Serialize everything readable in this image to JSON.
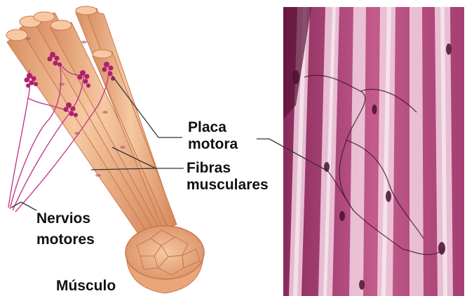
{
  "labels": {
    "placa_line1": "Placa",
    "placa_line2": "motora",
    "fibras_line1": "Fibras",
    "fibras_line2": "musculares",
    "nervios_line1": "Nervios",
    "nervios_line2": "motores",
    "musculo": "Músculo"
  },
  "colors": {
    "fiber": "#f1b98f",
    "fiber_dark": "#d98e62",
    "nerve": "#c23a8a",
    "plaque": "#b0206e",
    "tissue": "#b9487f",
    "tissue_light": "#f3d3e2",
    "label": "#111111"
  }
}
